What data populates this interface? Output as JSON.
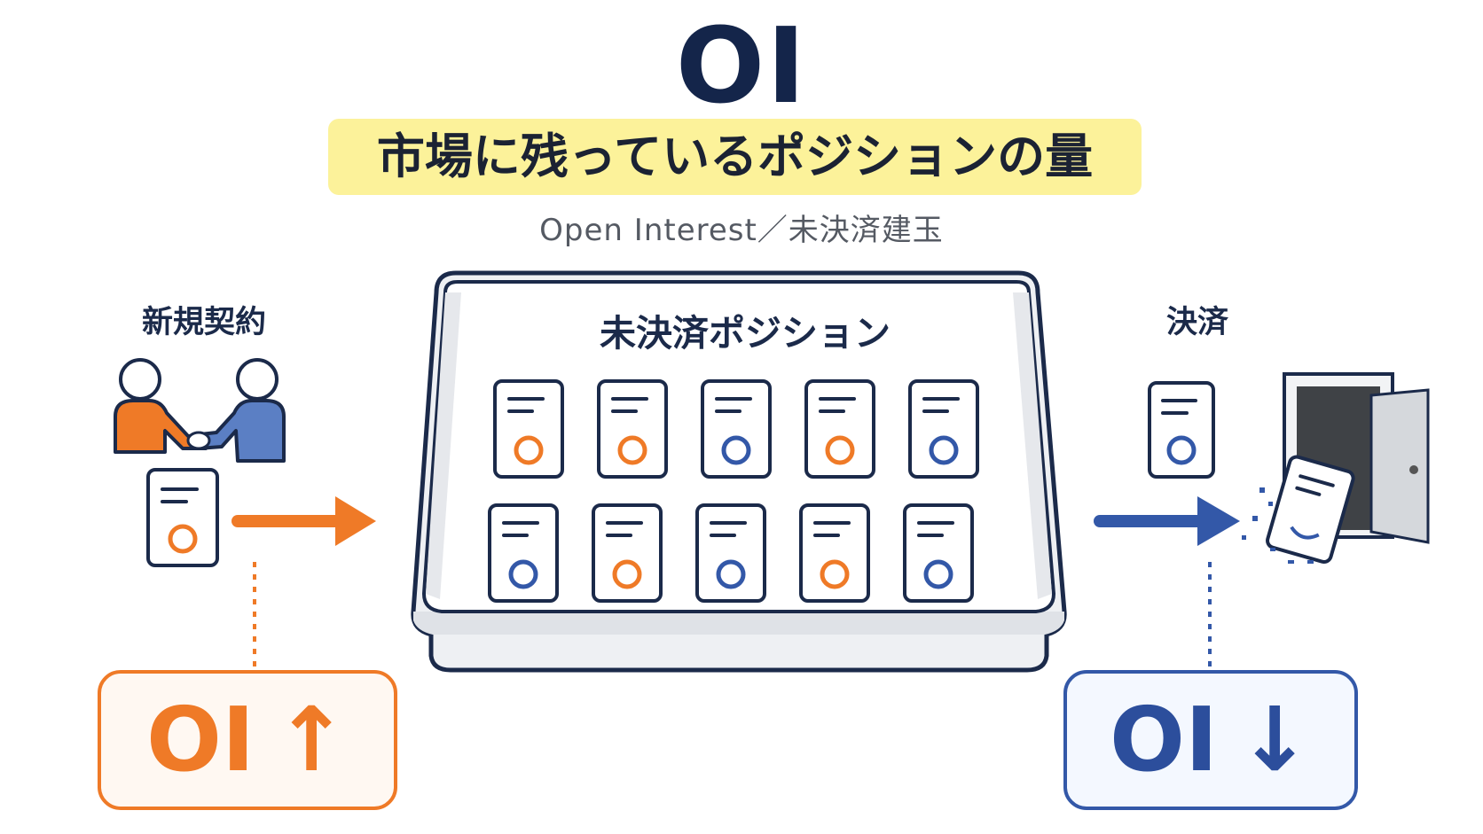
{
  "title": "OI",
  "subtitle": "市場に残っているポジションの量",
  "caption": "Open Interest／未決済建玉",
  "left": {
    "label": "新規契約",
    "badge_text": "OI",
    "badge_arrow": "↑",
    "color": "#ef7a27"
  },
  "center": {
    "label": "未決済ポジション",
    "cards_row1": [
      "orange",
      "orange",
      "blue",
      "orange",
      "blue"
    ],
    "cards_row2": [
      "blue",
      "orange",
      "blue",
      "orange",
      "blue"
    ]
  },
  "right": {
    "label": "決済",
    "badge_text": "OI",
    "badge_arrow": "↓",
    "color": "#3358a8"
  },
  "colors": {
    "orange": "#ef7a27",
    "blue": "#3358a8",
    "navy": "#14254a",
    "highlight": "#fcf29a"
  },
  "icons": [
    "handshake-people-icon",
    "contract-card-icon",
    "open-door-icon",
    "right-arrow-icon",
    "up-arrow-icon",
    "down-arrow-icon"
  ]
}
